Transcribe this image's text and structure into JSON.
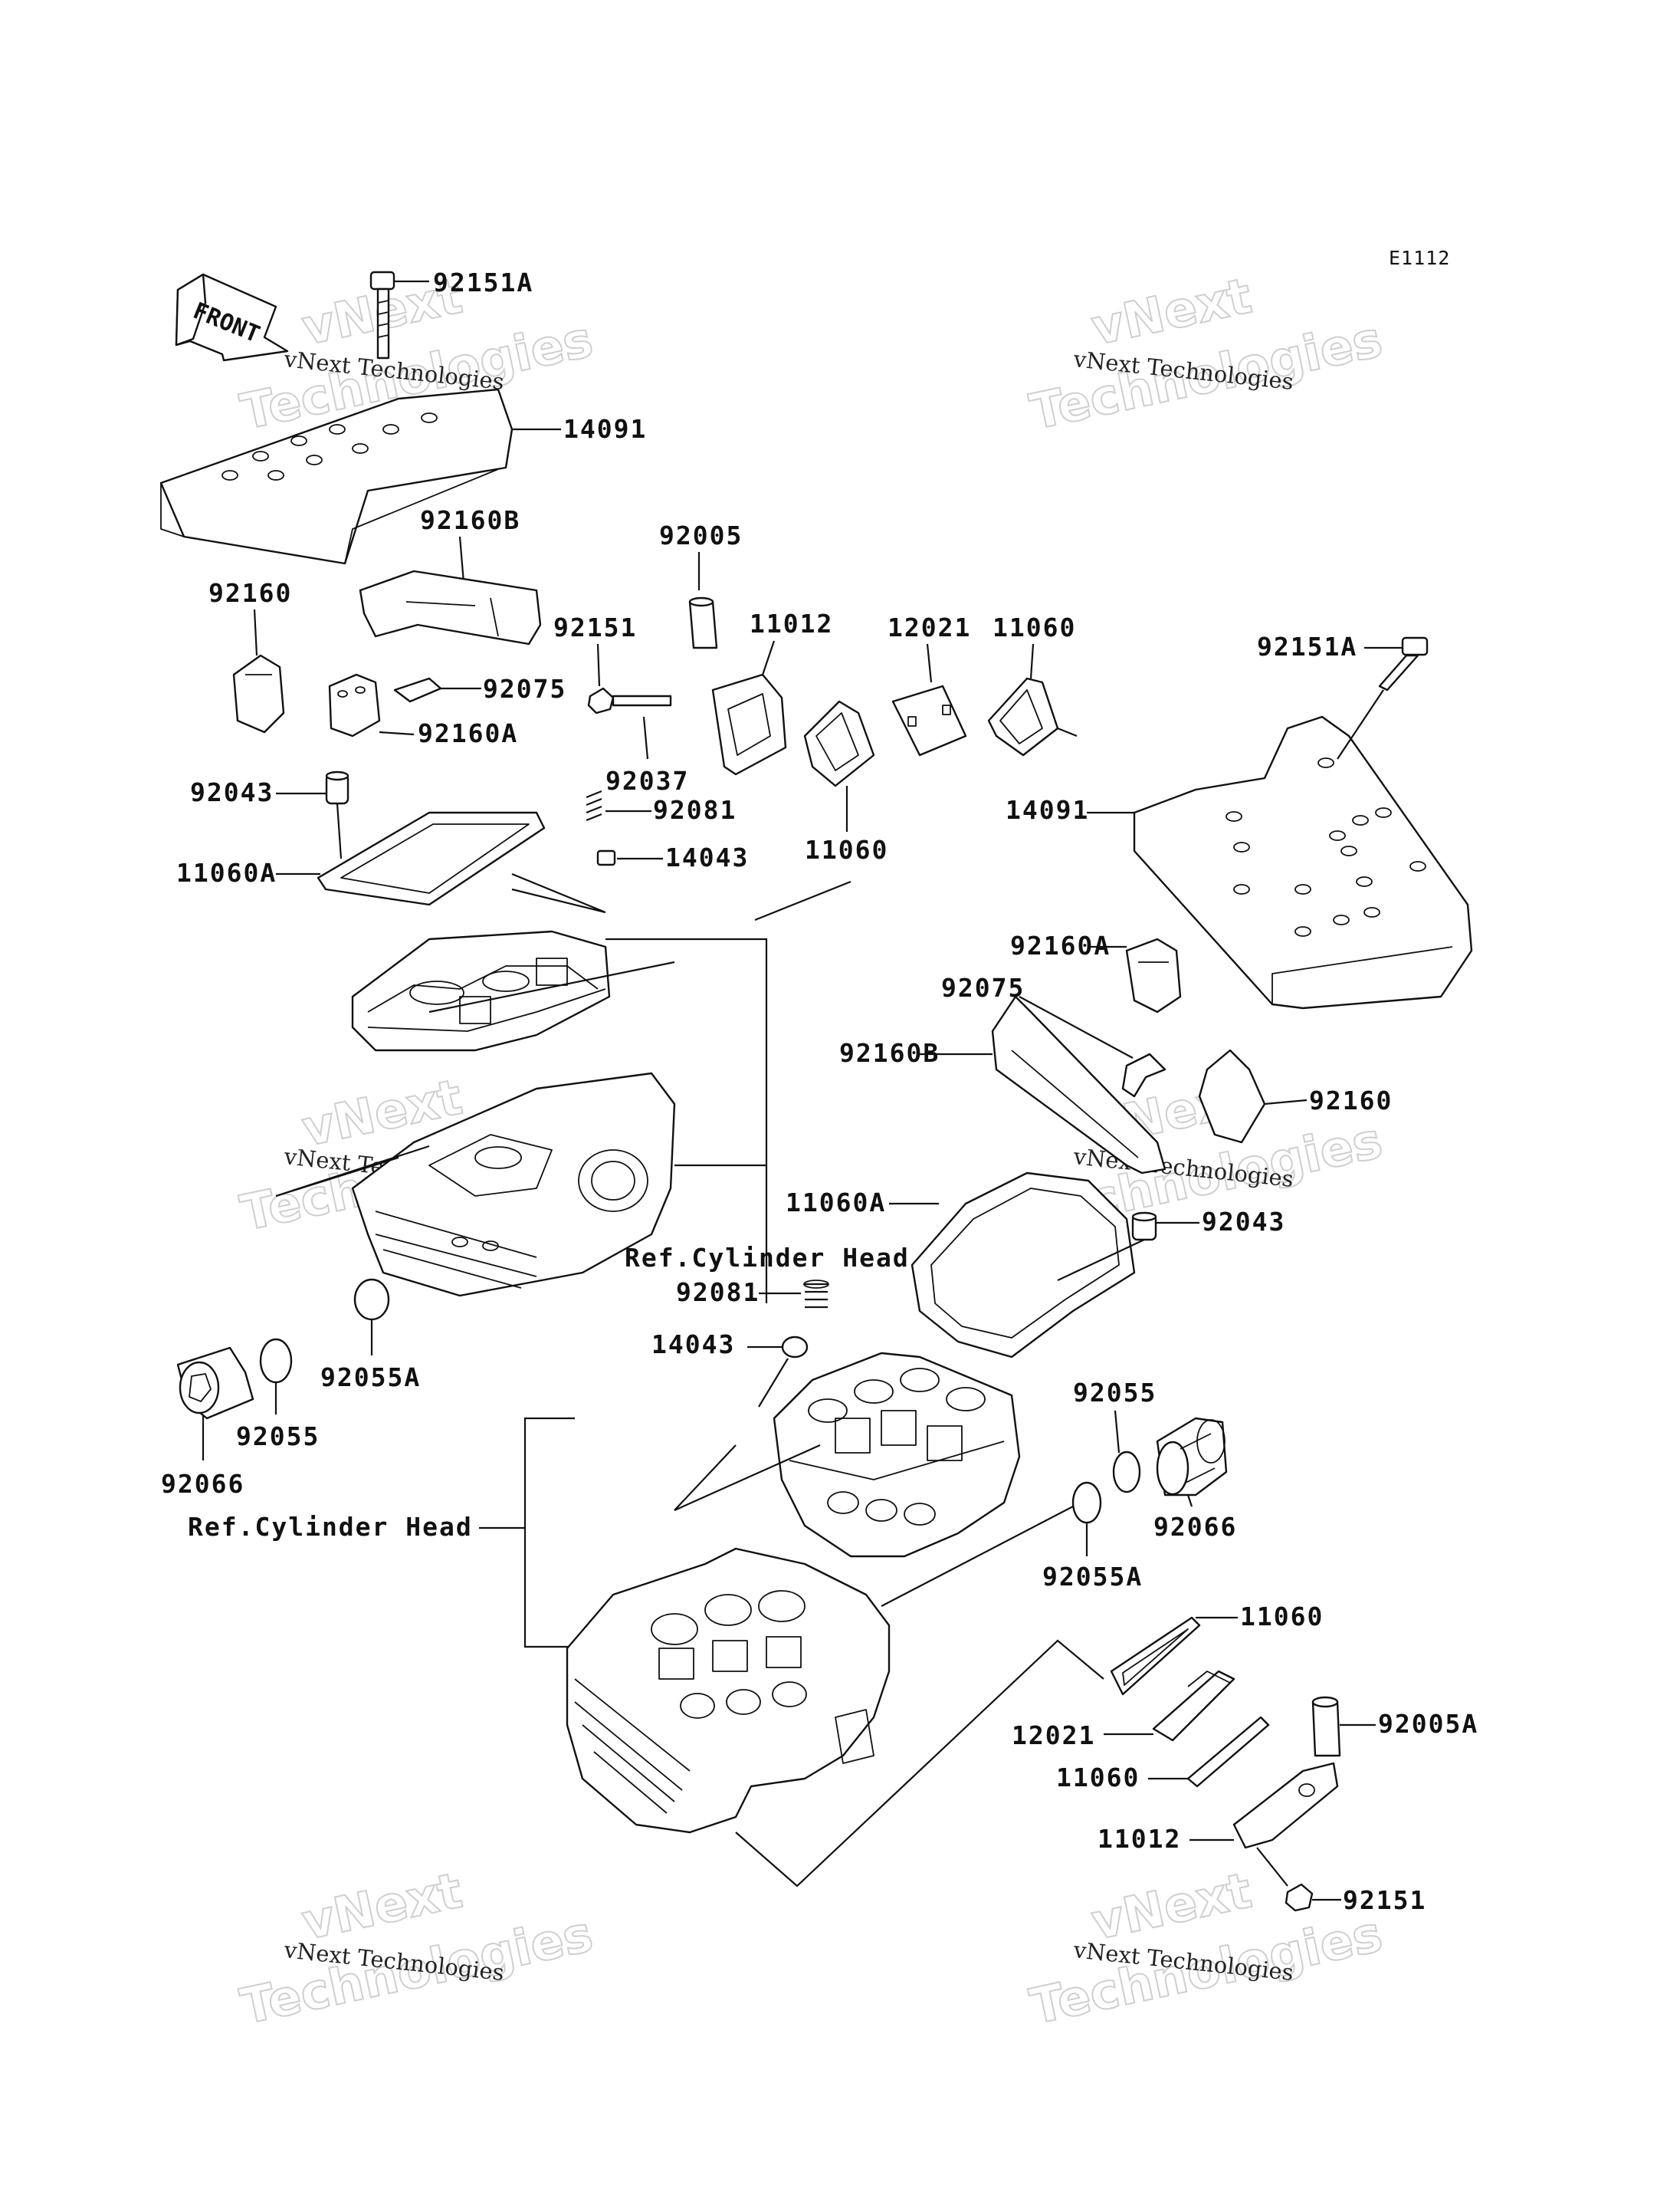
{
  "diagram_code": "E1112",
  "front_label": "FRONT",
  "watermark": {
    "line1": "vNext",
    "line2": "Technologies",
    "caption": "vNext Technologies"
  },
  "ref_label": "Ref.Cylinder Head",
  "parts": {
    "p92151A_top": "92151A",
    "p14091_left": "14091",
    "p92160B_top": "92160B",
    "p92005": "92005",
    "p92160_left": "92160",
    "p92151_top": "92151",
    "p11012_top": "11012",
    "p12021_top": "12021",
    "p11060_top_right": "11060",
    "p92151A_right": "92151A",
    "p92075_top": "92075",
    "p92160A_left": "92160A",
    "p92037": "92037",
    "p92043_left": "92043",
    "p92081_top": "92081",
    "p11060_mid": "11060",
    "p14091_right": "14091",
    "p11060A_left": "11060A",
    "p14043_top": "14043",
    "p92160A_right": "92160A",
    "p92075_right": "92075",
    "p92160B_right": "92160B",
    "p92160_right": "92160",
    "p11060A_right": "11060A",
    "p92043_right": "92043",
    "p92081_bottom": "92081",
    "p14043_bottom": "14043",
    "p92055A_left": "92055A",
    "p92055_left": "92055",
    "p92066_left": "92066",
    "p92055_right": "92055",
    "p92066_right": "92066",
    "p92055A_right": "92055A",
    "p11060_bottom1": "11060",
    "p12021_bottom": "12021",
    "p92005A": "92005A",
    "p11060_bottom2": "11060",
    "p11012_bottom": "11012",
    "p92151_bottom": "92151"
  }
}
